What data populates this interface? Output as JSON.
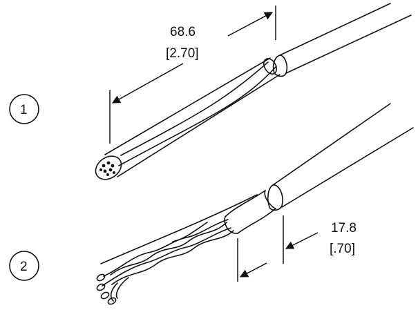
{
  "steps": [
    {
      "label": "1"
    },
    {
      "label": "2"
    }
  ],
  "dimensions": [
    {
      "metric": "68.6",
      "imperial": "[2.70]"
    },
    {
      "metric": "17.8",
      "imperial": "[.70]"
    }
  ]
}
